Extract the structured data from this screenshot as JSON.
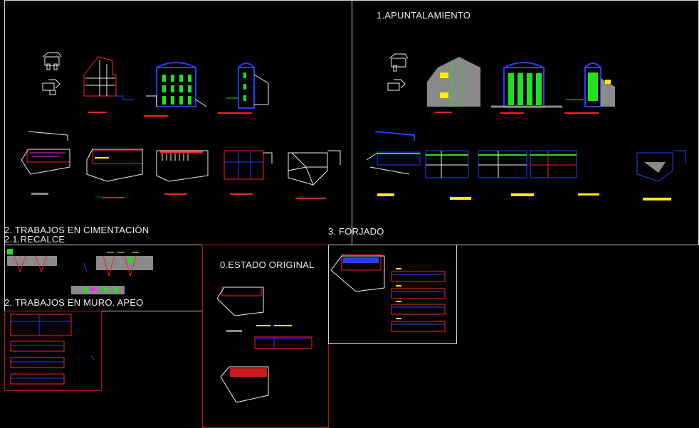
{
  "labels": {
    "apuntalamiento": "1.APUNTALAMIENTO",
    "cimentacion": "2. TRABAJOS EN CIMENTACIÓN",
    "recalce": "2.1.RECALCE",
    "forjado": "3. FORJADO",
    "estado_original": "0.ESTADO ORIGINAL",
    "muro_apeo": "2. TRABAJOS EN MURO. APEO"
  },
  "colors": {
    "background": "#000000",
    "frame_white": "#d8d8d8",
    "frame_red": "#c01818",
    "cad_red": "#ff2020",
    "cad_blue": "#2a3cff",
    "cad_green": "#20e020",
    "cad_yellow": "#ffee00",
    "cad_magenta": "#ff20ff",
    "cad_white": "#f0f0f0",
    "cad_grey": "#8a8a8a"
  }
}
